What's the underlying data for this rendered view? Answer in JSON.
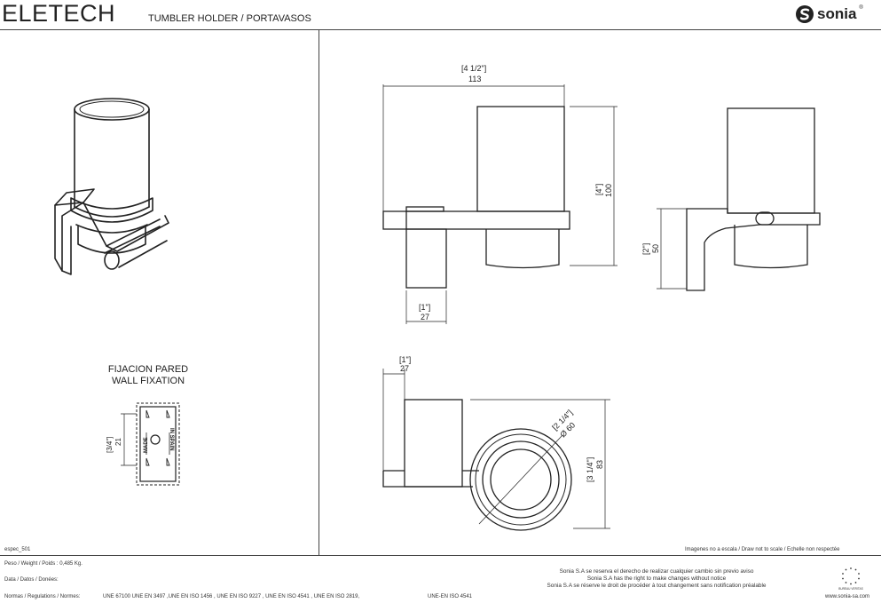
{
  "header": {
    "brand": "ELETECH",
    "subtitle": "TUMBLER HOLDER / PORTAVASOS",
    "logo_text": "sonia",
    "logo_reg": "®",
    "logo_icon": "sonia-s-icon"
  },
  "drawing": {
    "fixation_title_es": "FIJACION PARED",
    "fixation_title_en": "WALL FIXATION",
    "fixation_dim_in": "[3/4\"]",
    "fixation_dim_mm": "21",
    "plate_text_1": "MADE",
    "plate_text_2": "IN SPAIN",
    "front_width_in": "[4 1/2\"]",
    "front_width_mm": "113",
    "front_height_in": "[4\"]",
    "front_height_mm": "100",
    "front_base_in": "[1\"]",
    "front_base_mm": "27",
    "side_height_in": "[2\"]",
    "side_height_mm": "50",
    "top_base_in": "[1\"]",
    "top_base_mm": "27",
    "top_diam_in": "[2 1/4\"]",
    "top_diam_mm": "Ø 60",
    "top_depth_in": "[3 1/4\"]",
    "top_depth_mm": "83"
  },
  "footer": {
    "spec_code": "espec_501",
    "scale_note": "Imagenes no a escala / Draw not to scale / Echelle non respectée",
    "weight": "Peso / Weight / Poids : 0,485 Kg.",
    "date": "Data / Datos / Donées:",
    "regulations_label": "Normas / Regulations / Normes:",
    "regulations": "UNE 67100 UNE EN 3497 ,UNE EN ISO 1456 , UNE EN ISO 9227 , UNE EN ISO 4541 , UNE EN ISO 2819,",
    "regulations_2": "UNE-EN ISO 4541",
    "notice_es": "Sonia S.A se reserva el derecho de realizar cualquier cambio sin previo aviso",
    "notice_en": "Sonia S.A has the right to make changes without notice",
    "notice_fr": "Sonia S.A se réserve le droit de procéder à tout changement sans notification préalable",
    "website": "www.sonia-sa.com",
    "seal_text": "BUREAU VERITAS"
  }
}
